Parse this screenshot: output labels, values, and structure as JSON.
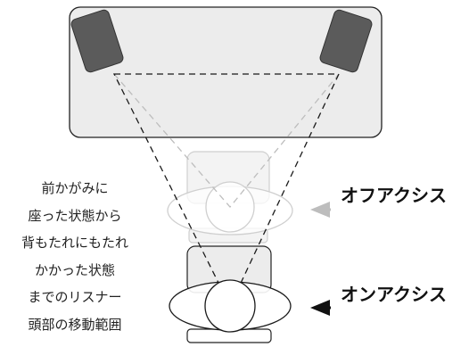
{
  "caption": {
    "lines": [
      "前かがみに",
      "座った状態から",
      "背もたれにもたれ",
      "かかった状態",
      "までのリスナー",
      "頭部の移動範囲"
    ]
  },
  "labels": {
    "off_axis": "オフアクシス",
    "on_axis": "オンアクシス"
  },
  "colors": {
    "speaker": "#5b5b5b",
    "stage_fill": "#ececec",
    "ghost": "#cfcfcf",
    "line": "#1a1a1a"
  }
}
